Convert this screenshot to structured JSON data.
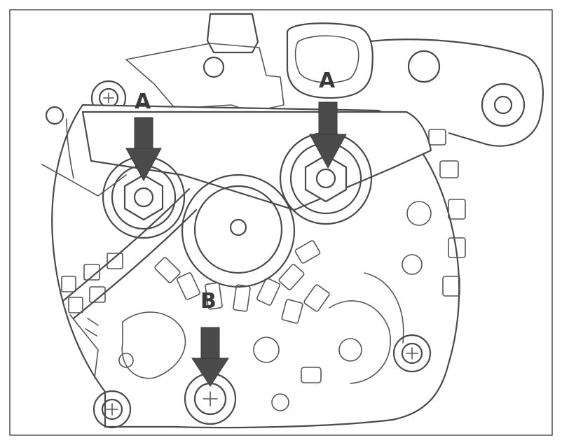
{
  "callouts": {
    "a_left": "A",
    "a_right": "A",
    "b_bottom": "B"
  },
  "colors": {
    "line": "#4a4a4a",
    "arrow": "#4b4b4b",
    "background": "#ffffff"
  }
}
